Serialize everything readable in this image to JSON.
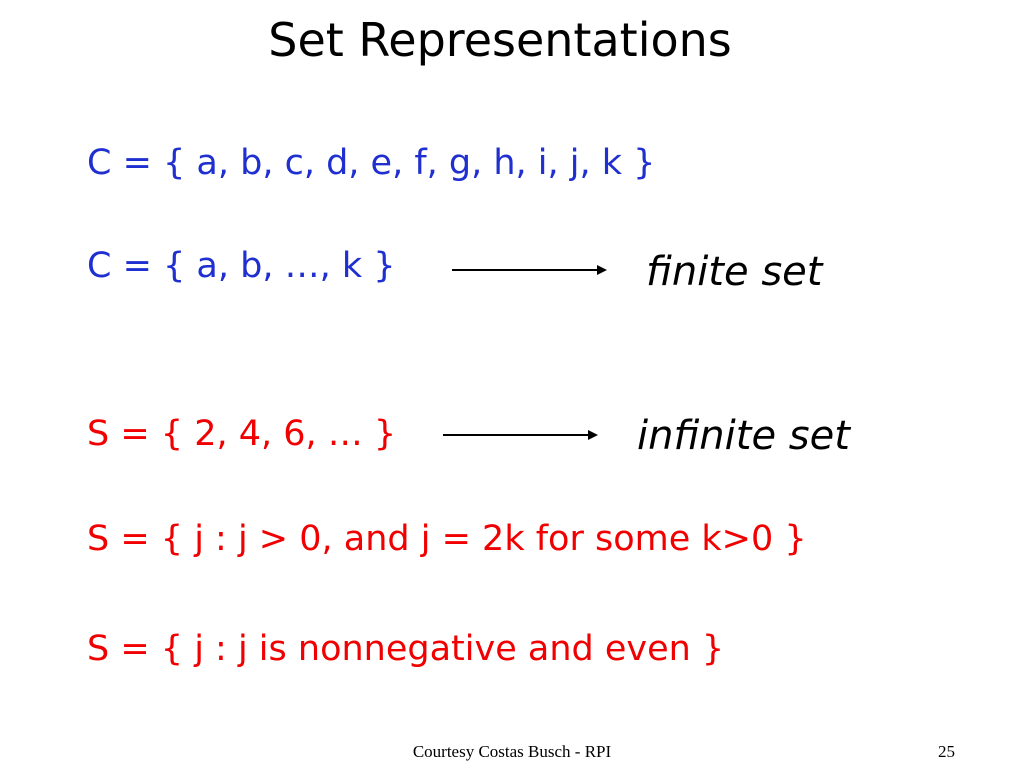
{
  "slide": {
    "title": "Set Representations",
    "lines": [
      "C = { a, b, c, d, e, f, g, h, i, j, k }",
      "C = { a, b, …, k }",
      "S = { 2, 4, 6, … }",
      "S = { j : j > 0, and j = 2k for some k>0 }",
      "S = { j : j is nonnegative and even }"
    ],
    "labels": {
      "finite": "finite set",
      "infinite": "infinite set"
    },
    "footer": {
      "credit": "Courtesy Costas Busch - RPI",
      "page": "25"
    },
    "colors": {
      "blue_text": "#1f2fd0",
      "red_text": "#f00000",
      "black_text": "#000000"
    }
  }
}
